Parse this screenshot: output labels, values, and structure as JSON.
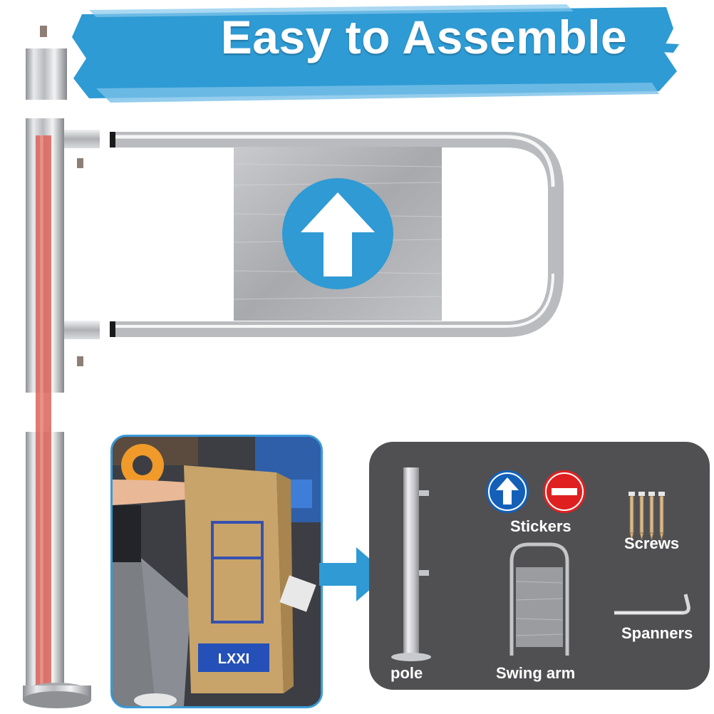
{
  "banner": {
    "title": "Easy to Assemble",
    "brush_color": "#2e9bd4"
  },
  "colors": {
    "sign_blue": "#2f9ad4",
    "sticker_blue": "#1460b8",
    "sticker_red": "#e02020",
    "panel_gray": "#505052",
    "photo_border": "#3a9ad9"
  },
  "gate": {
    "sign_icon": "up-arrow-icon"
  },
  "photo": {
    "box_print": "LXXI"
  },
  "contents": {
    "items": [
      {
        "label": "pole",
        "icon": "pole-icon"
      },
      {
        "label": "Stickers",
        "icon": "sticker-icons"
      },
      {
        "label": "Screws",
        "icon": "screws-icon"
      },
      {
        "label": "Swing arm",
        "icon": "swing-arm-icon"
      },
      {
        "label": "Spanners",
        "icon": "spanner-icon"
      }
    ]
  }
}
